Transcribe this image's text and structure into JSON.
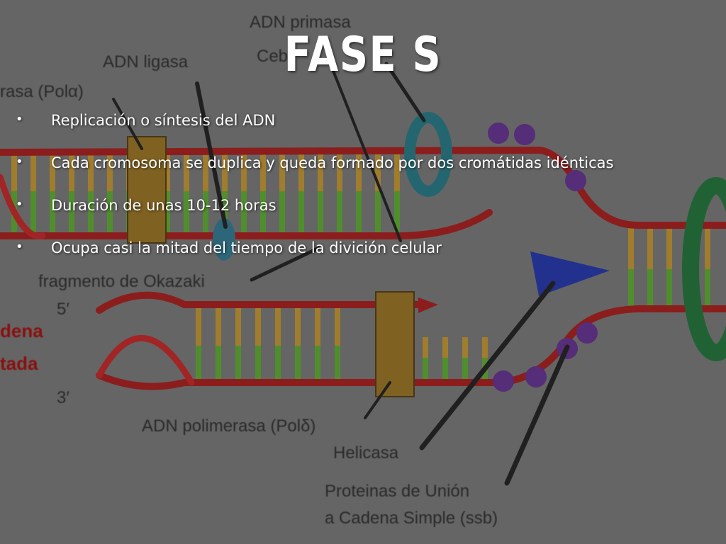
{
  "slide": {
    "title": "FASE S",
    "bullets": [
      "Replicación o síntesis del ADN",
      "Cada cromosoma se duplica y queda formado por dos cromátidas idénticas",
      "Duración de unas 10-12 horas",
      "Ocupa casi la mitad del tiempo de la divición celular"
    ]
  },
  "diagram": {
    "labels": {
      "primasa": "ADN primasa",
      "primasa_sub": "Ceb",
      "ligasa": "ADN ligasa",
      "pol_alpha": "rasa (Polα)",
      "okazaki": "fragmento de Okazaki",
      "five_prime": "5′",
      "three_prime": "3′",
      "cadena_1": "dena",
      "cadena_2": "tada",
      "pol_delta": "ADN polimerasa (Polδ)",
      "helicasa": "Helicasa",
      "ssb_1": "Proteinas de Unión",
      "ssb_2": "a Cadena Simple (ssb)"
    },
    "colors": {
      "strand": "#b11a1a",
      "base_yellow": "#b68a2a",
      "base_green": "#55a02a",
      "enzyme_brown": "#8e6a1c",
      "ssb_purple": "#5b2a86",
      "helicase_blue": "#1e2fa0",
      "primase_teal": "#1f6f7a",
      "topoisomerase_green": "#1c6b32"
    }
  }
}
